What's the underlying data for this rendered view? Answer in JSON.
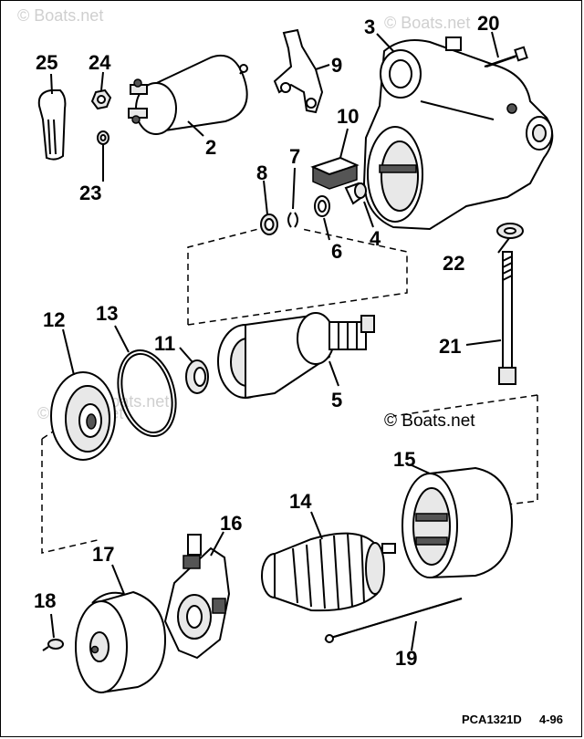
{
  "watermarks": [
    "© Boats.net",
    "© Boats.net",
    "© Boats.net",
    "© Boats.net"
  ],
  "copyright": "© Boats.net",
  "figure_code": "PCA1321D",
  "figure_date": "4-96",
  "callouts": [
    {
      "id": "c2",
      "text": "2"
    },
    {
      "id": "c3",
      "text": "3"
    },
    {
      "id": "c4",
      "text": "4"
    },
    {
      "id": "c5",
      "text": "5"
    },
    {
      "id": "c6",
      "text": "6"
    },
    {
      "id": "c7",
      "text": "7"
    },
    {
      "id": "c8",
      "text": "8"
    },
    {
      "id": "c9",
      "text": "9"
    },
    {
      "id": "c10",
      "text": "10"
    },
    {
      "id": "c11",
      "text": "11"
    },
    {
      "id": "c12",
      "text": "12"
    },
    {
      "id": "c13",
      "text": "13"
    },
    {
      "id": "c14",
      "text": "14"
    },
    {
      "id": "c15",
      "text": "15"
    },
    {
      "id": "c16",
      "text": "16"
    },
    {
      "id": "c17",
      "text": "17"
    },
    {
      "id": "c18",
      "text": "18"
    },
    {
      "id": "c19",
      "text": "19"
    },
    {
      "id": "c20",
      "text": "20"
    },
    {
      "id": "c21",
      "text": "21"
    },
    {
      "id": "c22",
      "text": "22"
    },
    {
      "id": "c23",
      "text": "23"
    },
    {
      "id": "c24",
      "text": "24"
    },
    {
      "id": "c25",
      "text": "25"
    }
  ]
}
